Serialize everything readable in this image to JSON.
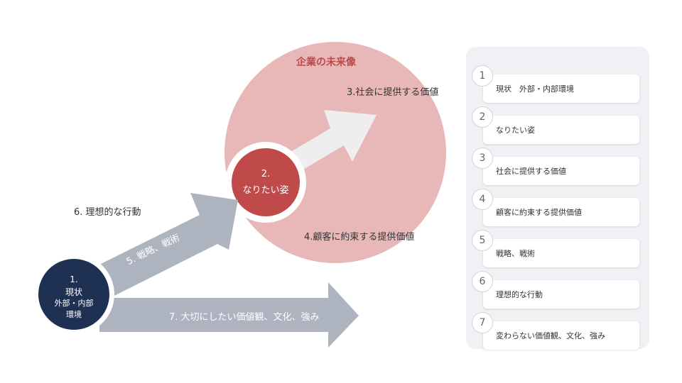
{
  "diagram": {
    "future_title": "企業の未来像",
    "value_to_society": "3.社会に提供する価値",
    "ideal_no": "2.",
    "ideal_label": "なりたい姿",
    "customer_value": "4.顧客に約束する提供価値",
    "ideal_action": "6. 理想的な行動",
    "strategy": "5. 戦略、戦術",
    "current_no": "1.",
    "current_label": "現状",
    "current_sub1": "外部・内部",
    "current_sub2": "環境",
    "values": "7. 大切にしたい価値観、文化、強み"
  },
  "colors": {
    "future_circle": "#e8b8b8",
    "ideal_circle": "#c0494a",
    "current_circle": "#1f3153",
    "arrow_gray": "#aeb3c0",
    "white_arrow": "#eeeef0",
    "title_red": "#c0494a"
  },
  "list": [
    {
      "num": "1",
      "label": "現状　外部・内部環境"
    },
    {
      "num": "2",
      "label": "なりたい姿"
    },
    {
      "num": "3",
      "label": "社会に提供する価値"
    },
    {
      "num": "4",
      "label": "顧客に約束する提供価値"
    },
    {
      "num": "5",
      "label": "戦略、戦術"
    },
    {
      "num": "6",
      "label": "理想的な行動"
    },
    {
      "num": "7",
      "label": "変わらない価値観、文化、強み"
    }
  ]
}
